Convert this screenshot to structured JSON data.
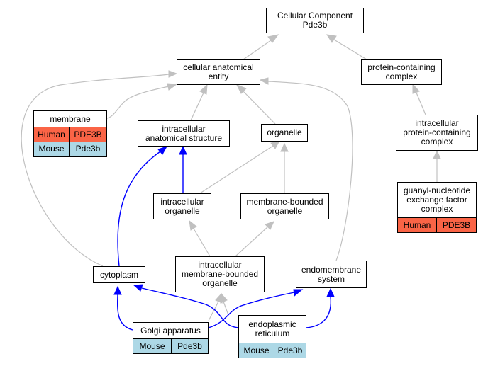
{
  "colors": {
    "gray_edge": "#c0c0c0",
    "blue_edge": "#0000ff",
    "human_fill": "#fa6446",
    "mouse_fill": "#add8e6"
  },
  "nodes": {
    "root": "Cellular Component\nPde3b",
    "cae": "cellular anatomical\nentity",
    "pcc": "protein-containing\ncomplex",
    "ias": "intracellular\nanatomical structure",
    "organelle": "organelle",
    "ipcc": "intracellular\nprotein-containing\ncomplex",
    "io": "intracellular\norganelle",
    "mbo": "membrane-bounded\norganelle",
    "imbo": "intracellular\nmembrane-bounded\norganelle",
    "cytoplasm": "cytoplasm",
    "endo_sys": "endomembrane\nsystem"
  },
  "tables": {
    "membrane": {
      "label": "membrane",
      "rows": [
        {
          "species": "Human",
          "gene": "PDE3B"
        },
        {
          "species": "Mouse",
          "gene": "Pde3b"
        }
      ]
    },
    "gnef": {
      "label": "guanyl-nucleotide\nexchange factor\ncomplex",
      "rows": [
        {
          "species": "Human",
          "gene": "PDE3B"
        }
      ]
    },
    "golgi": {
      "label": "Golgi apparatus",
      "rows": [
        {
          "species": "Mouse",
          "gene": "Pde3b"
        }
      ]
    },
    "er": {
      "label": "endoplasmic\nreticulum",
      "rows": [
        {
          "species": "Mouse",
          "gene": "Pde3b"
        }
      ]
    }
  }
}
